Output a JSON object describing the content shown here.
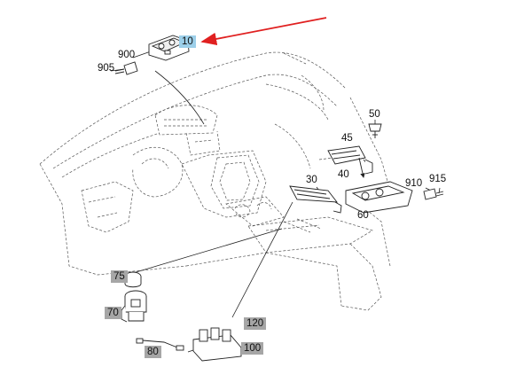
{
  "diagram": {
    "highlight_color": "#9ccfe9",
    "box_color": "#a6a6a6",
    "arrow_color": "#e02020",
    "callouts": [
      {
        "id": "c10",
        "text": "10",
        "style": "hl"
      },
      {
        "id": "c900",
        "text": "900",
        "style": "plain"
      },
      {
        "id": "c905",
        "text": "905",
        "style": "plain"
      },
      {
        "id": "c50",
        "text": "50",
        "style": "plain"
      },
      {
        "id": "c45",
        "text": "45",
        "style": "plain"
      },
      {
        "id": "c40",
        "text": "40",
        "style": "plain"
      },
      {
        "id": "c30",
        "text": "30",
        "style": "plain"
      },
      {
        "id": "c910",
        "text": "910",
        "style": "plain"
      },
      {
        "id": "c915",
        "text": "915",
        "style": "plain"
      },
      {
        "id": "c60",
        "text": "60",
        "style": "plain"
      },
      {
        "id": "c75",
        "text": "75",
        "style": "box"
      },
      {
        "id": "c70",
        "text": "70",
        "style": "box"
      },
      {
        "id": "c80",
        "text": "80",
        "style": "box"
      },
      {
        "id": "c120",
        "text": "120",
        "style": "box"
      },
      {
        "id": "c100",
        "text": "100",
        "style": "box"
      }
    ]
  }
}
